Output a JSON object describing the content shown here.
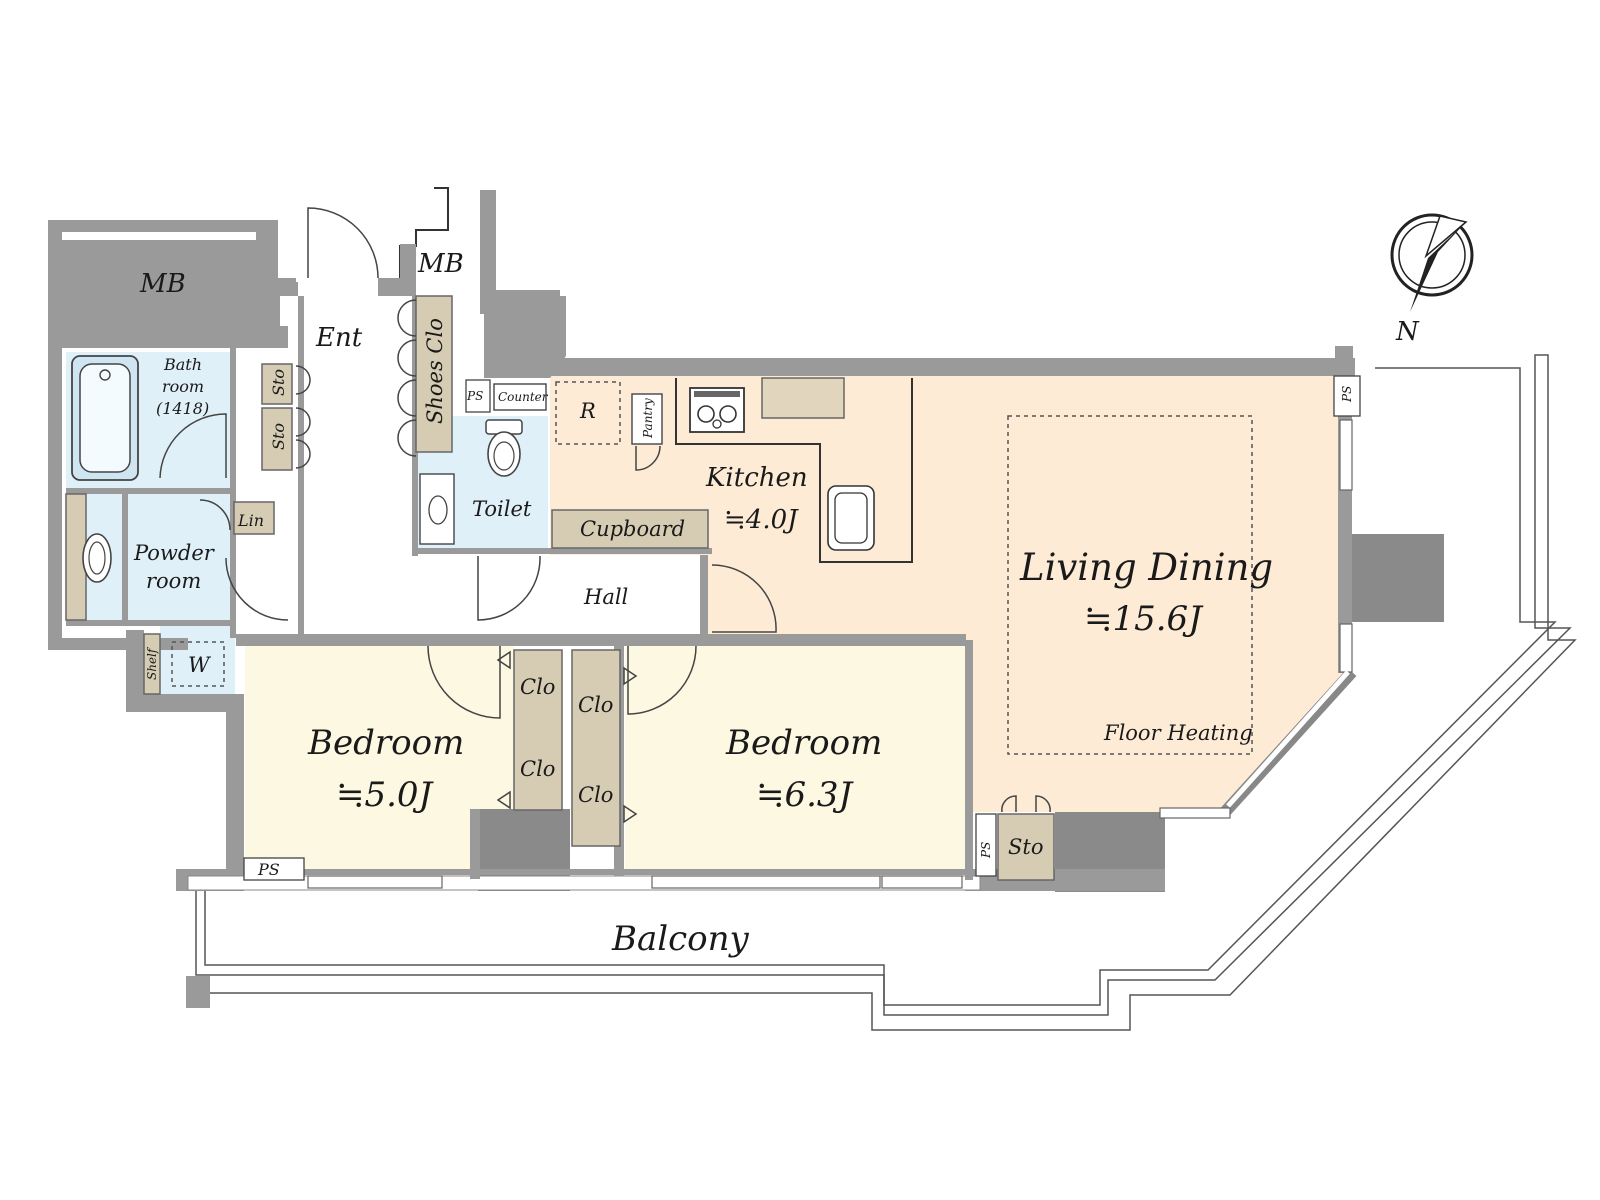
{
  "rooms": {
    "mb_left": "MB",
    "mb_top": "MB",
    "entrance": "Ent",
    "shoes_closet": "Shoes Clo",
    "ps_1": "PS",
    "counter": "Counter",
    "refrigerator": "R",
    "pantry": "Pantry",
    "bathroom_line1": "Bath",
    "bathroom_line2": "room",
    "bathroom_line3": "(1418)",
    "sto_1": "Sto",
    "sto_2": "Sto",
    "toilet": "Toilet",
    "kitchen": "Kitchen",
    "kitchen_area": "≒4.0J",
    "cupboard": "Cupboard",
    "linen": "Lin",
    "powder_line1": "Powder",
    "powder_line2": "room",
    "hall": "Hall",
    "washer": "W",
    "shelf": "Shelf",
    "living_dining": "Living Dining",
    "living_dining_area": "≒15.6J",
    "floor_heating": "Floor Heating",
    "ps_2": "PS",
    "bedroom_1": "Bedroom",
    "bedroom_1_area": "≒5.0J",
    "bedroom_2": "Bedroom",
    "bedroom_2_area": "≒6.3J",
    "clo_1": "Clo",
    "clo_2": "Clo",
    "clo_3": "Clo",
    "clo_4": "Clo",
    "ps_3": "PS",
    "ps_4": "PS",
    "sto_3": "Sto",
    "balcony": "Balcony",
    "compass_north": "N"
  },
  "colors": {
    "wall": "#9a9a9a",
    "living_floor": "#fdebd6",
    "bedroom_floor": "#fcf8e2",
    "wet_area": "#dff0f8",
    "storage": "#d6ccb3",
    "corridor": "#ffffff"
  },
  "icons": {
    "compass": "north-compass-icon",
    "stove": "stove-icon",
    "sink": "kitchen-sink-icon",
    "bathtub": "bathtub-icon",
    "toilet": "toilet-icon",
    "washbasin": "washbasin-icon"
  }
}
